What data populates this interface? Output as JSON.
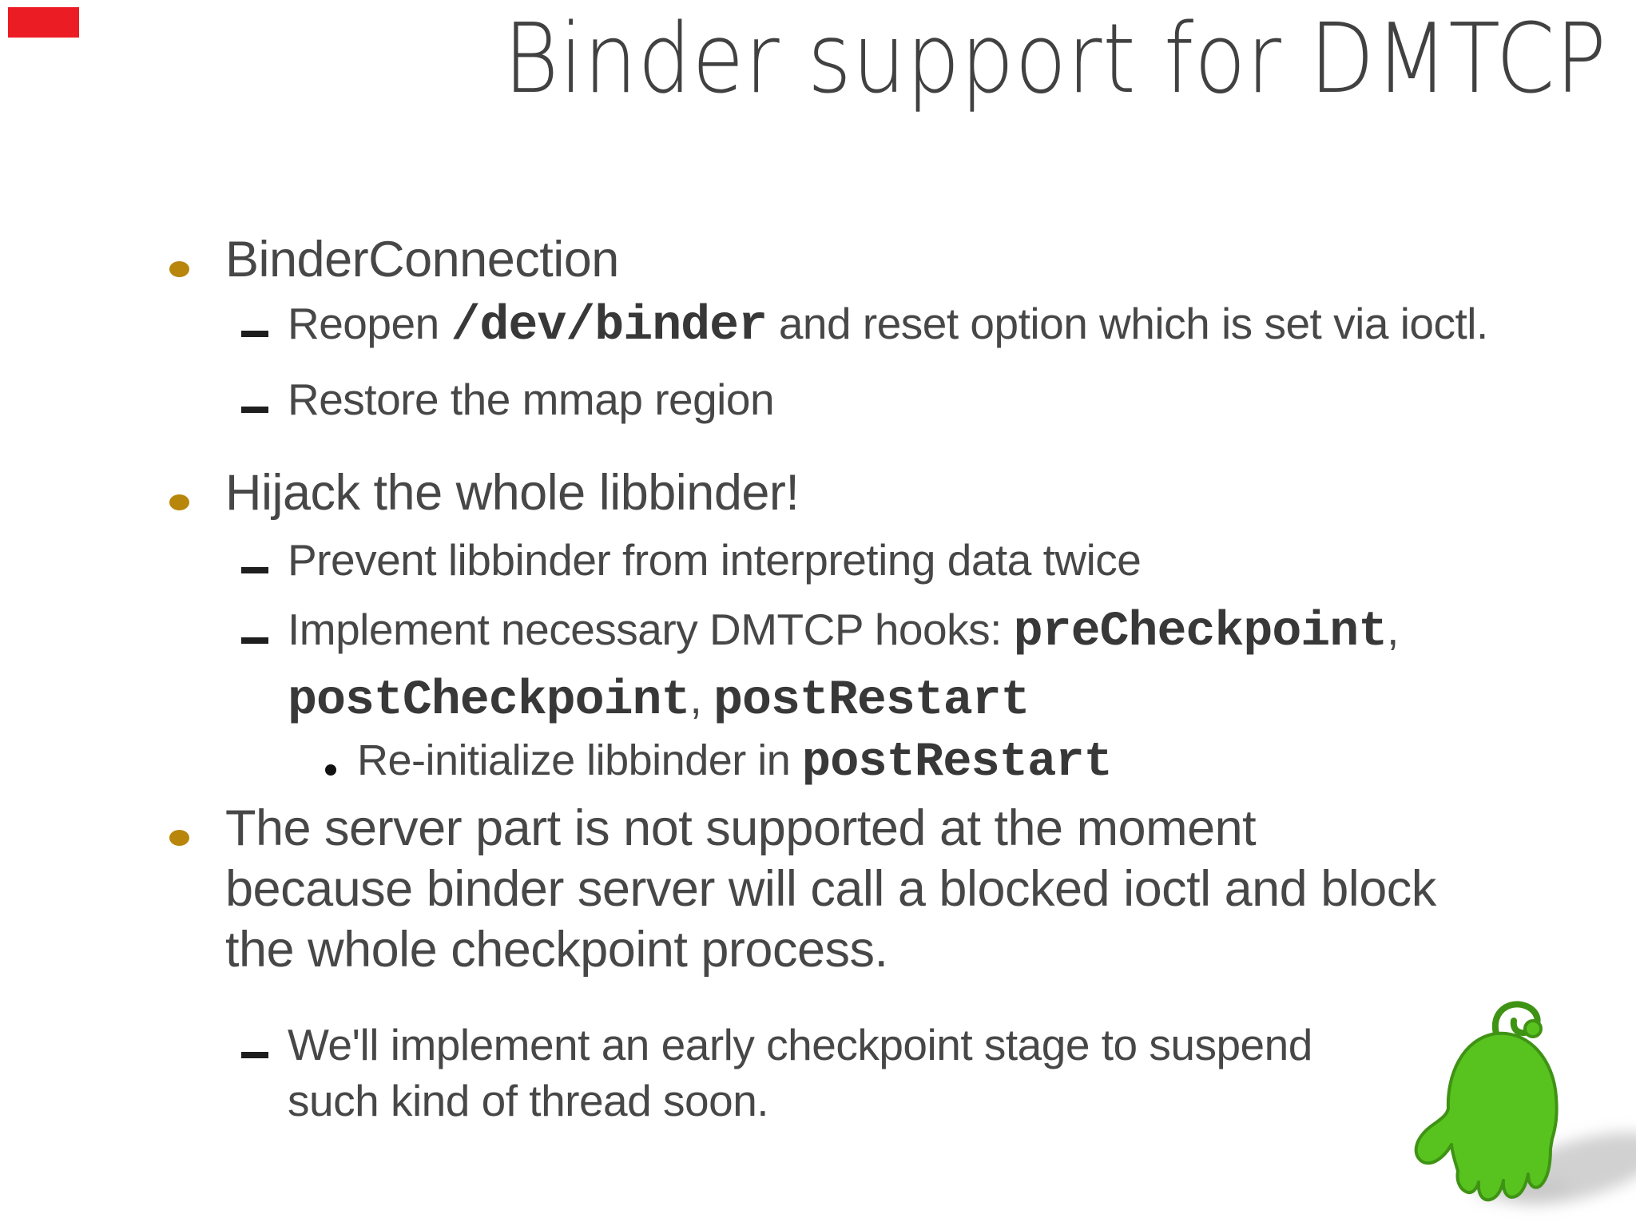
{
  "title": "Binder support for DMTCP",
  "colors": {
    "text": "#474747",
    "title": "#414141",
    "bullet_gold": "#b8860b",
    "dash": "#1e1e1e",
    "sub_dot": "#111111",
    "code": "#383838",
    "hand_green": "#58c21f",
    "hand_outline": "#3f9314",
    "hand_shadow": "#c6c6c6",
    "marker_red": "#ec1c24"
  },
  "bullets": [
    {
      "level": 1,
      "marker": "gold-dot",
      "lines": [
        [
          {
            "t": "BinderConnection"
          }
        ]
      ]
    },
    {
      "level": 2,
      "marker": "dash",
      "lines": [
        [
          {
            "t": "Reopen "
          },
          {
            "t": "/dev/binder",
            "mono": true
          },
          {
            "t": " and reset option which is set via ioctl."
          }
        ]
      ]
    },
    {
      "level": 2,
      "marker": "dash",
      "lines": [
        [
          {
            "t": "Restore the mmap region"
          }
        ]
      ]
    },
    {
      "level": 1,
      "marker": "gold-dot",
      "lines": [
        [
          {
            "t": "Hijack the whole libbinder!"
          }
        ]
      ]
    },
    {
      "level": 2,
      "marker": "dash",
      "lines": [
        [
          {
            "t": "Prevent libbinder from interpreting data twice"
          }
        ]
      ]
    },
    {
      "level": 2,
      "marker": "dash",
      "lines": [
        [
          {
            "t": "Implement necessary DMTCP hooks: "
          },
          {
            "t": "preCheckpoint",
            "mono": true
          },
          {
            "t": ","
          }
        ],
        [
          {
            "t": "postCheckpoint",
            "mono": true
          },
          {
            "t": ", "
          },
          {
            "t": "postRestart",
            "mono": true
          }
        ]
      ]
    },
    {
      "level": 3,
      "marker": "black-dot",
      "lines": [
        [
          {
            "t": "Re-initialize libbinder in "
          },
          {
            "t": "postRestart",
            "mono": true
          }
        ]
      ]
    },
    {
      "level": 1,
      "marker": "gold-dot",
      "lines": [
        [
          {
            "t": "The server part is not supported at the moment"
          }
        ],
        [
          {
            "t": "because binder server will call a blocked ioctl and block"
          }
        ],
        [
          {
            "t": "the whole checkpoint process."
          }
        ]
      ]
    },
    {
      "level": 2,
      "marker": "dash",
      "lines": [
        [
          {
            "t": "We'll implement an early checkpoint stage to suspend"
          }
        ],
        [
          {
            "t": "such kind of thread soon."
          }
        ]
      ]
    }
  ],
  "mascot": {
    "name": "green hand with curl"
  }
}
